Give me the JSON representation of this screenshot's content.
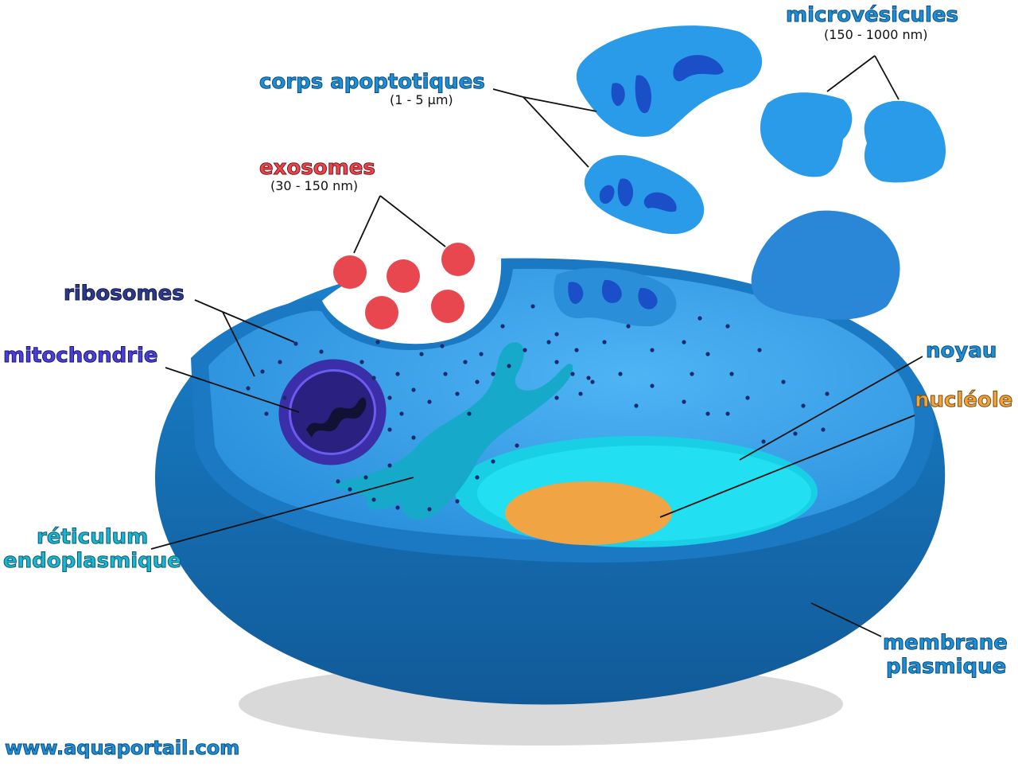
{
  "labels": {
    "microvesicules": "microvésicules",
    "microvesicules_size": "(150 - 1000 nm)",
    "corps_apoptotiques": "corps apoptotiques",
    "corps_apoptotiques_size": "(1 - 5 µm)",
    "exosomes": "exosomes",
    "exosomes_size": "(30 - 150 nm)",
    "ribosomes": "ribosomes",
    "mitochondrie": "mitochondrie",
    "noyau": "noyau",
    "nucleole": "nucléole",
    "reticulum_line1": "réticulum",
    "reticulum_line2": "endoplasmique",
    "membrane_line1": "membrane",
    "membrane_line2": "plasmique",
    "website": "www.aquaportail.com"
  },
  "colors": {
    "cell_outer": "#1670b8",
    "cell_rim": "#1a86d0",
    "cytoplasm": "#3ba6ee",
    "nucleus": "#18d8ee",
    "nucleolus": "#f2a94a",
    "mitochondria": "#3a2fa8",
    "exosome": "#e8474f",
    "vesicle": "#2a9be8",
    "ribosome_dot": "#1e2a6e"
  }
}
